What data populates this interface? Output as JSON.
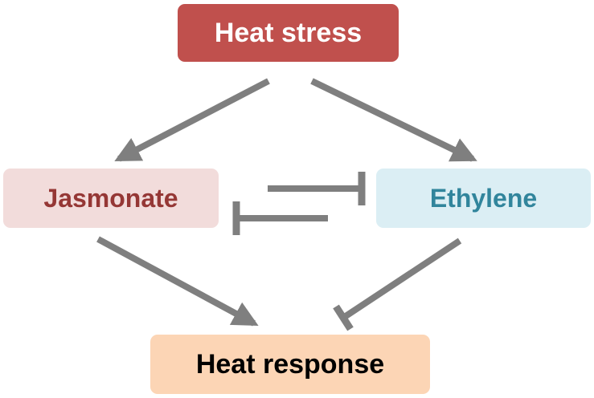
{
  "nodes": {
    "heat_stress": {
      "label": "Heat stress",
      "fill": "#c0504d",
      "text_color": "#ffffff"
    },
    "jasmonate": {
      "label": "Jasmonate",
      "fill": "#f2dcdb",
      "text_color": "#953735"
    },
    "ethylene": {
      "label": "Ethylene",
      "fill": "#dbeef4",
      "text_color": "#31859c"
    },
    "heat_response": {
      "label": "Heat response",
      "fill": "#fcd5b5",
      "text_color": "#000000"
    }
  },
  "edges": [
    {
      "from": "heat_stress",
      "to": "jasmonate",
      "type": "activation"
    },
    {
      "from": "heat_stress",
      "to": "ethylene",
      "type": "activation"
    },
    {
      "from": "jasmonate",
      "to": "ethylene",
      "type": "inhibition"
    },
    {
      "from": "ethylene",
      "to": "jasmonate",
      "type": "inhibition"
    },
    {
      "from": "jasmonate",
      "to": "heat_response",
      "type": "activation"
    },
    {
      "from": "ethylene",
      "to": "heat_response",
      "type": "inhibition"
    }
  ],
  "colors": {
    "edge": "#7f7f7f"
  }
}
